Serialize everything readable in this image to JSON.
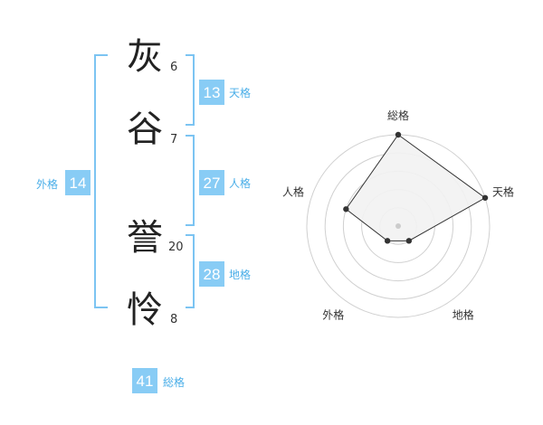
{
  "name": {
    "chars": [
      {
        "char": "灰",
        "strokes": "6"
      },
      {
        "char": "谷",
        "strokes": "7"
      },
      {
        "char": "誉",
        "strokes": "20"
      },
      {
        "char": "怜",
        "strokes": "8"
      }
    ]
  },
  "fortunes": {
    "tenkaku": {
      "value": "13",
      "label": "天格"
    },
    "jinkaku": {
      "value": "27",
      "label": "人格"
    },
    "chikaku": {
      "value": "28",
      "label": "地格"
    },
    "gaikaku": {
      "value": "14",
      "label": "外格"
    },
    "soukaku": {
      "value": "41",
      "label": "総格"
    }
  },
  "colors": {
    "accent": "#88ccf5",
    "bracket": "#7cc4f2",
    "label": "#4aaee8",
    "polygon_fill": "#f2f2f2",
    "grid": "#d0d0d0"
  },
  "chart_data": {
    "type": "radar",
    "axes": [
      "総格",
      "天格",
      "地格",
      "外格",
      "人格"
    ],
    "values": [
      5,
      5,
      1,
      1,
      3
    ],
    "max": 5,
    "grid": true
  }
}
